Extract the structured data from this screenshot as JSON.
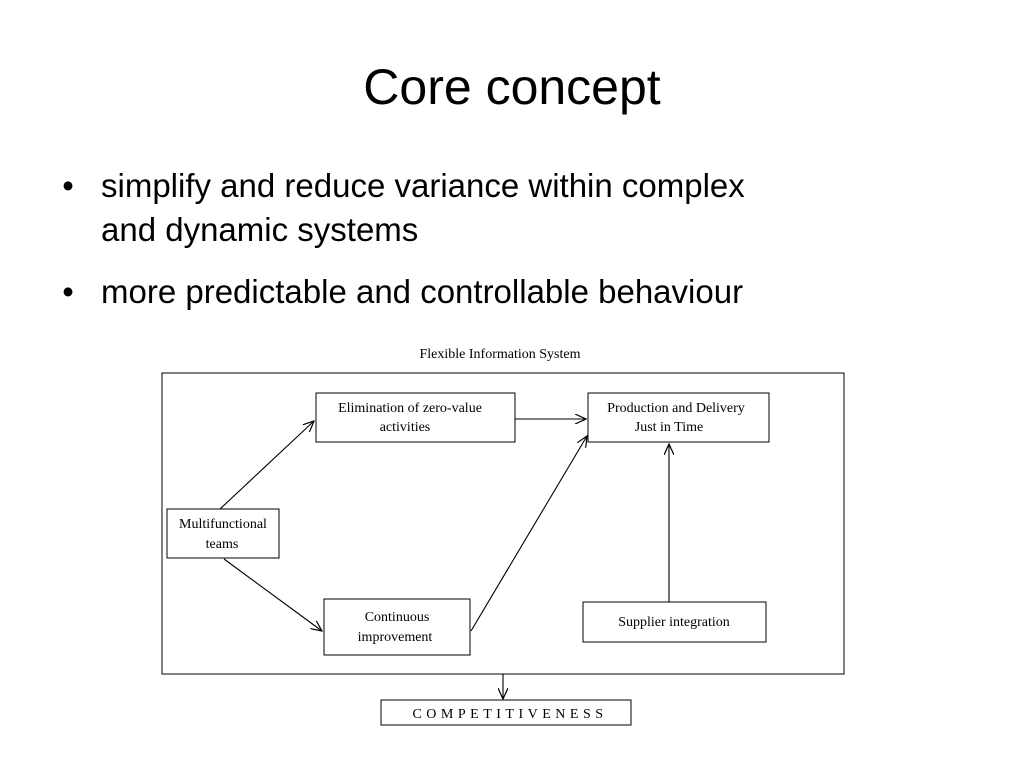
{
  "title": "Core concept",
  "bullets": [
    {
      "line1": "simplify and reduce variance within complex",
      "line2": "and dynamic systems"
    },
    {
      "line1": "more predictable and controllable behaviour"
    }
  ],
  "figure": {
    "caption": "Flexible Information System",
    "nodes": {
      "elimination": [
        "Elimination of zero-value",
        "activities"
      ],
      "production": [
        "Production and Delivery",
        "Just in Time"
      ],
      "multifunctional": [
        "Multifunctional",
        "teams"
      ],
      "continuous": [
        "Continuous",
        "improvement"
      ],
      "supplier": [
        "Supplier integration"
      ]
    },
    "outcome": "COMPETITIVENESS"
  }
}
